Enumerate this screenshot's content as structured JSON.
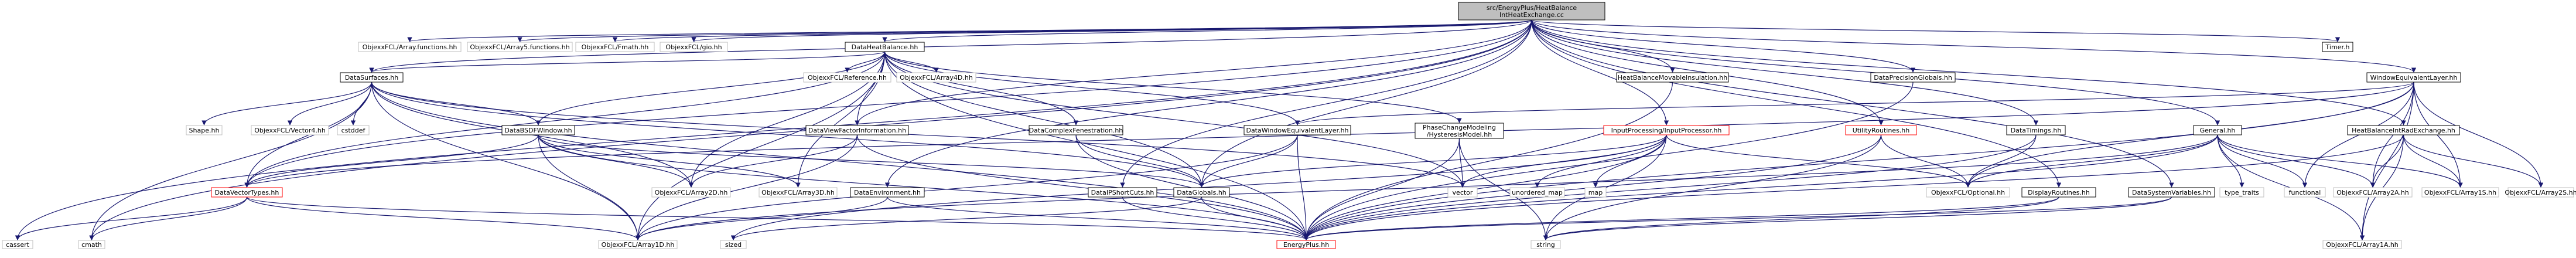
{
  "colors": {
    "edge": "#191970",
    "root_fill": "#bfbfbf",
    "root_border": "#000000",
    "node_fill": "#ffffff",
    "node_border": "#000000",
    "missing_border": "#bfbfbf",
    "red_border": "#ff0000",
    "text": "#000000"
  },
  "nodes": [
    {
      "id": "root",
      "lines": [
        "src/EnergyPlus/HeatBalance",
        "IntHeatExchange.cc"
      ],
      "style": "root"
    },
    {
      "id": "objfcl_array_functions",
      "lines": [
        "ObjexxFCL/Array.functions.hh"
      ],
      "style": "missing"
    },
    {
      "id": "objfcl_array5_functions",
      "lines": [
        "ObjexxFCL/Array5.functions.hh"
      ],
      "style": "missing"
    },
    {
      "id": "objfcl_fmath",
      "lines": [
        "ObjexxFCL/Fmath.hh"
      ],
      "style": "missing"
    },
    {
      "id": "objfcl_gio",
      "lines": [
        "ObjexxFCL/gio.hh"
      ],
      "style": "missing"
    },
    {
      "id": "data_heat_balance",
      "lines": [
        "DataHeatBalance.hh"
      ],
      "style": "normal"
    },
    {
      "id": "data_surfaces",
      "lines": [
        "DataSurfaces.hh"
      ],
      "style": "normal"
    },
    {
      "id": "objfcl_reference",
      "lines": [
        "ObjexxFCL/Reference.hh"
      ],
      "style": "missing"
    },
    {
      "id": "objfcl_array4d",
      "lines": [
        "ObjexxFCL/Array4D.hh"
      ],
      "style": "missing"
    },
    {
      "id": "hb_movable_insulation",
      "lines": [
        "HeatBalanceMovableInsulation.hh"
      ],
      "style": "normal"
    },
    {
      "id": "data_precision_globals",
      "lines": [
        "DataPrecisionGlobals.hh"
      ],
      "style": "normal"
    },
    {
      "id": "timer",
      "lines": [
        "Timer.h"
      ],
      "style": "normal"
    },
    {
      "id": "window_equivalent_layer",
      "lines": [
        "WindowEquivalentLayer.hh"
      ],
      "style": "normal"
    },
    {
      "id": "shape",
      "lines": [
        "Shape.hh"
      ],
      "style": "missing"
    },
    {
      "id": "objfcl_vector4",
      "lines": [
        "ObjexxFCL/Vector4.hh"
      ],
      "style": "missing"
    },
    {
      "id": "cstddef",
      "lines": [
        "cstddef"
      ],
      "style": "missing"
    },
    {
      "id": "data_bsdf_window",
      "lines": [
        "DataBSDFWindow.hh"
      ],
      "style": "normal"
    },
    {
      "id": "data_view_factor_information",
      "lines": [
        "DataViewFactorInformation.hh"
      ],
      "style": "normal"
    },
    {
      "id": "data_complex_fenestration",
      "lines": [
        "DataComplexFenestration.hh"
      ],
      "style": "normal"
    },
    {
      "id": "data_window_equivalent_layer",
      "lines": [
        "DataWindowEquivalentLayer.hh"
      ],
      "style": "normal"
    },
    {
      "id": "phase_change_modeling",
      "lines": [
        "PhaseChangeModeling",
        "/HysteresisModel.hh"
      ],
      "style": "normal"
    },
    {
      "id": "input_processing",
      "lines": [
        "InputProcessing/InputProcessor.hh"
      ],
      "style": "red"
    },
    {
      "id": "utility_routines",
      "lines": [
        "UtilityRoutines.hh"
      ],
      "style": "red"
    },
    {
      "id": "data_timings",
      "lines": [
        "DataTimings.hh"
      ],
      "style": "normal"
    },
    {
      "id": "general",
      "lines": [
        "General.hh"
      ],
      "style": "normal"
    },
    {
      "id": "hb_int_rad_exchange",
      "lines": [
        "HeatBalanceIntRadExchange.hh"
      ],
      "style": "normal"
    },
    {
      "id": "data_vector_types",
      "lines": [
        "DataVectorTypes.hh"
      ],
      "style": "red"
    },
    {
      "id": "objfcl_array2d",
      "lines": [
        "ObjexxFCL/Array2D.hh"
      ],
      "style": "missing"
    },
    {
      "id": "objfcl_array3d",
      "lines": [
        "ObjexxFCL/Array3D.hh"
      ],
      "style": "missing"
    },
    {
      "id": "data_environment",
      "lines": [
        "DataEnvironment.hh"
      ],
      "style": "normal"
    },
    {
      "id": "data_globals",
      "lines": [
        "DataGlobals.hh"
      ],
      "style": "normal"
    },
    {
      "id": "data_ip_short_cuts",
      "lines": [
        "DataIPShortCuts.hh"
      ],
      "style": "normal"
    },
    {
      "id": "vector",
      "lines": [
        "vector"
      ],
      "style": "missing"
    },
    {
      "id": "unordered_map",
      "lines": [
        "unordered_map"
      ],
      "style": "missing"
    },
    {
      "id": "map",
      "lines": [
        "map"
      ],
      "style": "missing"
    },
    {
      "id": "objfcl_optional",
      "lines": [
        "ObjexxFCL/Optional.hh"
      ],
      "style": "missing"
    },
    {
      "id": "display_routines",
      "lines": [
        "DisplayRoutines.hh"
      ],
      "style": "normal"
    },
    {
      "id": "data_system_variables",
      "lines": [
        "DataSystemVariables.hh"
      ],
      "style": "normal"
    },
    {
      "id": "type_traits",
      "lines": [
        "type_traits"
      ],
      "style": "missing"
    },
    {
      "id": "functional",
      "lines": [
        "functional"
      ],
      "style": "missing"
    },
    {
      "id": "objfcl_array2a",
      "lines": [
        "ObjexxFCL/Array2A.hh"
      ],
      "style": "missing"
    },
    {
      "id": "objfcl_array1s",
      "lines": [
        "ObjexxFCL/Array1S.hh"
      ],
      "style": "missing"
    },
    {
      "id": "objfcl_array2s",
      "lines": [
        "ObjexxFCL/Array2S.hh"
      ],
      "style": "missing"
    },
    {
      "id": "cassert",
      "lines": [
        "cassert"
      ],
      "style": "missing"
    },
    {
      "id": "cmath",
      "lines": [
        "cmath"
      ],
      "style": "missing"
    },
    {
      "id": "objfcl_array1d",
      "lines": [
        "ObjexxFCL/Array1D.hh"
      ],
      "style": "missing"
    },
    {
      "id": "sized",
      "lines": [
        "sized"
      ],
      "style": "missing"
    },
    {
      "id": "energyplus",
      "lines": [
        "EnergyPlus.hh"
      ],
      "style": "red"
    },
    {
      "id": "string",
      "lines": [
        "string"
      ],
      "style": "missing"
    },
    {
      "id": "objfcl_array1a",
      "lines": [
        "ObjexxFCL/Array1A.hh"
      ],
      "style": "missing"
    }
  ],
  "edges": [
    [
      "root",
      "objfcl_array_functions"
    ],
    [
      "root",
      "objfcl_array5_functions"
    ],
    [
      "root",
      "objfcl_fmath"
    ],
    [
      "root",
      "objfcl_gio"
    ],
    [
      "root",
      "data_heat_balance"
    ],
    [
      "root",
      "hb_movable_insulation"
    ],
    [
      "root",
      "data_precision_globals"
    ],
    [
      "root",
      "timer"
    ],
    [
      "root",
      "window_equivalent_layer"
    ],
    [
      "root",
      "general"
    ],
    [
      "root",
      "hb_int_rad_exchange"
    ],
    [
      "root",
      "input_processing"
    ],
    [
      "root",
      "utility_routines"
    ],
    [
      "root",
      "data_timings"
    ],
    [
      "root",
      "data_globals"
    ],
    [
      "root",
      "data_environment"
    ],
    [
      "root",
      "data_ip_short_cuts"
    ],
    [
      "root",
      "data_system_variables"
    ],
    [
      "root",
      "data_surfaces"
    ],
    [
      "root",
      "data_vector_types"
    ],
    [
      "root",
      "data_view_factor_information"
    ],
    [
      "root",
      "cassert"
    ],
    [
      "root",
      "cmath"
    ],
    [
      "root",
      "display_routines"
    ],
    [
      "data_heat_balance",
      "data_surfaces"
    ],
    [
      "data_heat_balance",
      "objfcl_reference"
    ],
    [
      "data_heat_balance",
      "objfcl_array4d"
    ],
    [
      "data_heat_balance",
      "data_bsdf_window"
    ],
    [
      "data_heat_balance",
      "data_view_factor_information"
    ],
    [
      "data_heat_balance",
      "data_complex_fenestration"
    ],
    [
      "data_heat_balance",
      "data_window_equivalent_layer"
    ],
    [
      "data_heat_balance",
      "phase_change_modeling"
    ],
    [
      "data_heat_balance",
      "data_vector_types"
    ],
    [
      "data_heat_balance",
      "objfcl_array2d"
    ],
    [
      "data_heat_balance",
      "objfcl_array3d"
    ],
    [
      "data_heat_balance",
      "data_globals"
    ],
    [
      "data_heat_balance",
      "objfcl_array1d"
    ],
    [
      "data_heat_balance",
      "energyplus"
    ],
    [
      "data_heat_balance",
      "vector"
    ],
    [
      "data_surfaces",
      "shape"
    ],
    [
      "data_surfaces",
      "objfcl_vector4"
    ],
    [
      "data_surfaces",
      "cstddef"
    ],
    [
      "data_surfaces",
      "data_bsdf_window"
    ],
    [
      "data_surfaces",
      "data_vector_types"
    ],
    [
      "data_surfaces",
      "objfcl_array2d"
    ],
    [
      "data_surfaces",
      "objfcl_array1d"
    ],
    [
      "data_surfaces",
      "data_globals"
    ],
    [
      "data_surfaces",
      "energyplus"
    ],
    [
      "data_surfaces",
      "vector"
    ],
    [
      "data_surfaces",
      "cmath"
    ],
    [
      "data_bsdf_window",
      "data_vector_types"
    ],
    [
      "data_bsdf_window",
      "objfcl_array2d"
    ],
    [
      "data_bsdf_window",
      "objfcl_array3d"
    ],
    [
      "data_bsdf_window",
      "objfcl_array1d"
    ],
    [
      "data_bsdf_window",
      "energyplus"
    ],
    [
      "data_bsdf_window",
      "data_globals"
    ],
    [
      "data_view_factor_information",
      "objfcl_array1d"
    ],
    [
      "data_view_factor_information",
      "objfcl_array2d"
    ],
    [
      "data_view_factor_information",
      "energyplus"
    ],
    [
      "data_complex_fenestration",
      "data_globals"
    ],
    [
      "data_complex_fenestration",
      "energyplus"
    ],
    [
      "data_window_equivalent_layer",
      "data_globals"
    ],
    [
      "data_window_equivalent_layer",
      "objfcl_array1d"
    ],
    [
      "data_window_equivalent_layer",
      "energyplus"
    ],
    [
      "phase_change_modeling",
      "energyplus"
    ],
    [
      "phase_change_modeling",
      "string"
    ],
    [
      "phase_change_modeling",
      "vector"
    ],
    [
      "input_processing",
      "vector"
    ],
    [
      "input_processing",
      "unordered_map"
    ],
    [
      "input_processing",
      "map"
    ],
    [
      "input_processing",
      "string"
    ],
    [
      "input_processing",
      "objfcl_optional"
    ],
    [
      "input_processing",
      "data_globals"
    ],
    [
      "input_processing",
      "energyplus"
    ],
    [
      "input_processing",
      "sized"
    ],
    [
      "utility_routines",
      "objfcl_optional"
    ],
    [
      "utility_routines",
      "energyplus"
    ],
    [
      "utility_routines",
      "string"
    ],
    [
      "data_timings",
      "energyplus"
    ],
    [
      "data_timings",
      "objfcl_optional"
    ],
    [
      "general",
      "objfcl_array2a"
    ],
    [
      "general",
      "objfcl_array1s"
    ],
    [
      "general",
      "objfcl_optional"
    ],
    [
      "general",
      "functional"
    ],
    [
      "general",
      "type_traits"
    ],
    [
      "general",
      "energyplus"
    ],
    [
      "general",
      "objfcl_array1a"
    ],
    [
      "general",
      "objfcl_array1d"
    ],
    [
      "window_equivalent_layer",
      "data_window_equivalent_layer"
    ],
    [
      "window_equivalent_layer",
      "objfcl_array2a"
    ],
    [
      "window_equivalent_layer",
      "objfcl_array1s"
    ],
    [
      "window_equivalent_layer",
      "objfcl_array2s"
    ],
    [
      "window_equivalent_layer",
      "objfcl_optional"
    ],
    [
      "window_equivalent_layer",
      "functional"
    ],
    [
      "window_equivalent_layer",
      "objfcl_array1a"
    ],
    [
      "window_equivalent_layer",
      "energyplus"
    ],
    [
      "window_equivalent_layer",
      "data_vector_types"
    ],
    [
      "hb_int_rad_exchange",
      "objfcl_array1s"
    ],
    [
      "hb_int_rad_exchange",
      "objfcl_array2s"
    ],
    [
      "hb_int_rad_exchange",
      "objfcl_array2a"
    ],
    [
      "hb_int_rad_exchange",
      "objfcl_array1a"
    ],
    [
      "hb_int_rad_exchange",
      "energyplus"
    ],
    [
      "hb_movable_insulation",
      "energyplus"
    ],
    [
      "data_precision_globals",
      "energyplus"
    ],
    [
      "data_vector_types",
      "cassert"
    ],
    [
      "data_vector_types",
      "cmath"
    ],
    [
      "data_vector_types",
      "objfcl_array1d"
    ],
    [
      "data_vector_types",
      "energyplus"
    ],
    [
      "data_environment",
      "energyplus"
    ],
    [
      "data_environment",
      "objfcl_array1d"
    ],
    [
      "data_globals",
      "energyplus"
    ],
    [
      "data_globals",
      "sized"
    ],
    [
      "data_ip_short_cuts",
      "energyplus"
    ],
    [
      "display_routines",
      "energyplus"
    ],
    [
      "display_routines",
      "string"
    ],
    [
      "data_system_variables",
      "energyplus"
    ],
    [
      "data_system_variables",
      "string"
    ]
  ]
}
